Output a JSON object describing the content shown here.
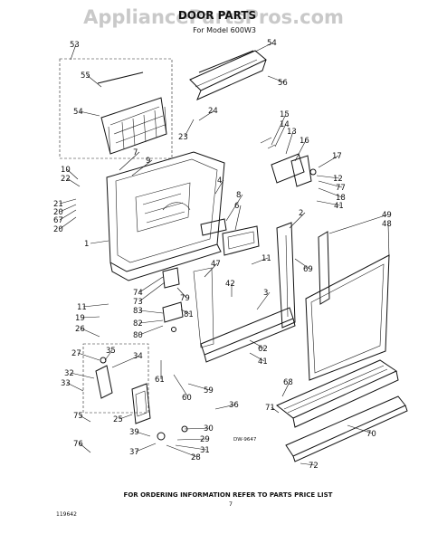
{
  "watermark": "AppliancePartsPros.com",
  "title": "DOOR PARTS",
  "subtitle": "For Model 600W3",
  "drawing_number": "DW-9647",
  "footer_note": "FOR ORDERING INFORMATION REFER TO PARTS PRICE LIST",
  "page_number": "7",
  "doc_code": "119642",
  "callouts": [
    "53",
    "54",
    "55",
    "54",
    "56",
    "24",
    "23",
    "15",
    "14",
    "13",
    "16",
    "17",
    "7",
    "9",
    "10",
    "22",
    "4",
    "12",
    "77",
    "18",
    "21",
    "20",
    "67",
    "20",
    "8",
    "6",
    "41",
    "2",
    "49",
    "48",
    "1",
    "11",
    "69",
    "47",
    "74",
    "73",
    "83",
    "82",
    "80",
    "79",
    "81",
    "42",
    "3",
    "11",
    "19",
    "26",
    "62",
    "41",
    "27",
    "35",
    "34",
    "32",
    "33",
    "68",
    "61",
    "60",
    "59",
    "36",
    "75",
    "25",
    "39",
    "30",
    "29",
    "31",
    "28",
    "37",
    "76",
    "71",
    "70",
    "72"
  ]
}
